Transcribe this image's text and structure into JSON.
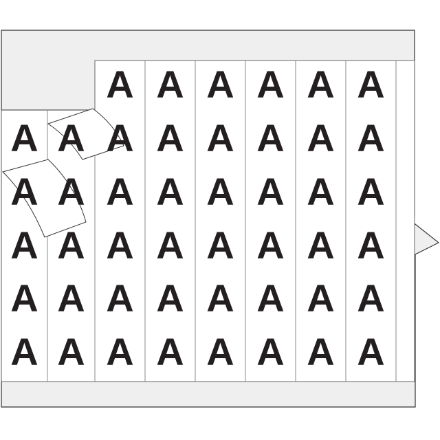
{
  "sheet": {
    "label_char": "A",
    "columns": 8,
    "rows": 6,
    "peeled_labels": 2,
    "colors": {
      "backing": "#efefef",
      "label": "#ffffff",
      "outline": "#333333",
      "text": "#231f20"
    }
  }
}
